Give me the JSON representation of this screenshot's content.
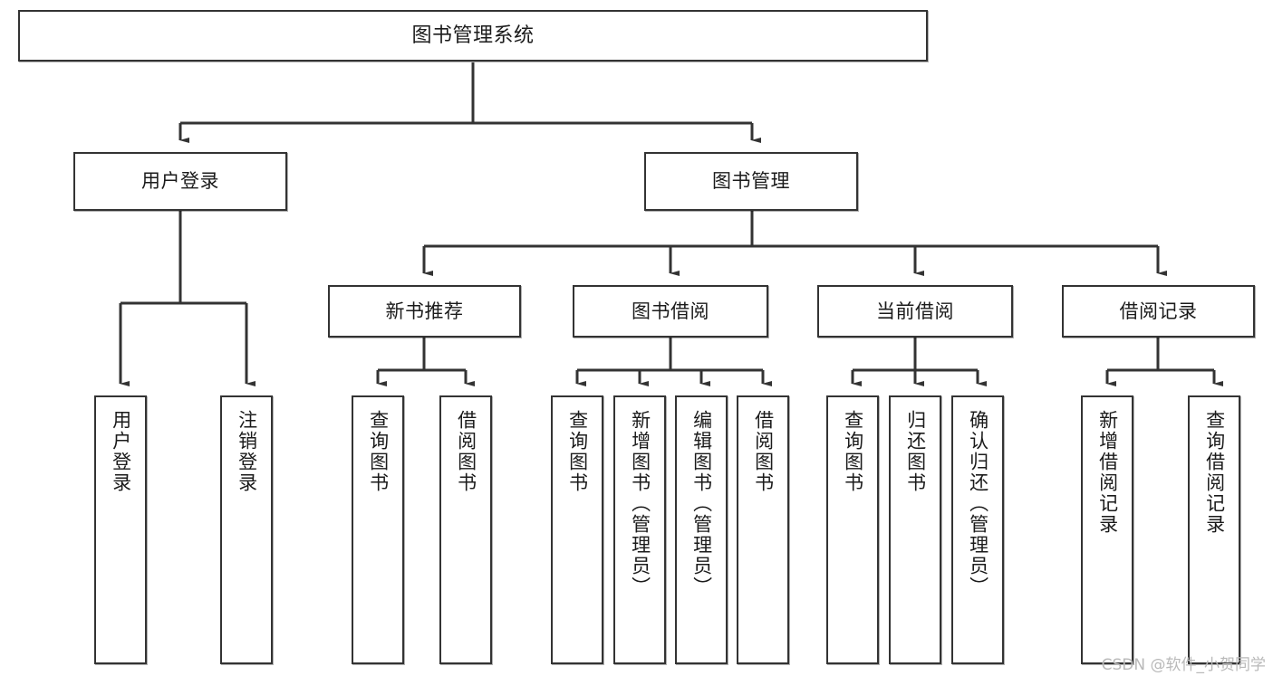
{
  "diagram": {
    "type": "tree",
    "title": "图书管理系统",
    "watermark": "CSDN @软件_小贺同学",
    "colors": {
      "box_border": "#333333",
      "box_fill": "#ffffff",
      "connector": "#333333",
      "text": "#1b1b1b",
      "watermark": "#b9b9b9"
    },
    "levels": {
      "root": "图书管理系统",
      "level2": [
        "用户登录",
        "图书管理"
      ],
      "level3": [
        "新书推荐",
        "图书借阅",
        "当前借阅",
        "借阅记录"
      ]
    },
    "nodes": {
      "root": {
        "label": "图书管理系统"
      },
      "user_login": {
        "label": "用户登录"
      },
      "book_manage": {
        "label": "图书管理"
      },
      "new_book_rec": {
        "label": "新书推荐"
      },
      "book_borrow": {
        "label": "图书借阅"
      },
      "current_borrow": {
        "label": "当前借阅"
      },
      "borrow_record": {
        "label": "借阅记录"
      },
      "leaf_user_login": {
        "label": "用户登录"
      },
      "leaf_user_logout": {
        "label": "注销登录"
      },
      "leaf_nb_query": {
        "label": "查询图书"
      },
      "leaf_nb_borrow": {
        "label": "借阅图书"
      },
      "leaf_bb_query": {
        "label": "查询图书"
      },
      "leaf_bb_add": {
        "label": "新增图书（管理员）"
      },
      "leaf_bb_edit": {
        "label": "编辑图书（管理员）"
      },
      "leaf_bb_borrow": {
        "label": "借阅图书"
      },
      "leaf_cb_query": {
        "label": "查询图书"
      },
      "leaf_cb_return": {
        "label": "归还图书"
      },
      "leaf_cb_confirm": {
        "label": "确认归还（管理员）"
      },
      "leaf_br_add": {
        "label": "新增借阅记录"
      },
      "leaf_br_query": {
        "label": "查询借阅记录"
      }
    },
    "edges": [
      {
        "from": "root",
        "to": "user_login"
      },
      {
        "from": "root",
        "to": "book_manage"
      },
      {
        "from": "user_login",
        "to": "leaf_user_login"
      },
      {
        "from": "user_login",
        "to": "leaf_user_logout"
      },
      {
        "from": "book_manage",
        "to": "new_book_rec"
      },
      {
        "from": "book_manage",
        "to": "book_borrow"
      },
      {
        "from": "book_manage",
        "to": "current_borrow"
      },
      {
        "from": "book_manage",
        "to": "borrow_record"
      },
      {
        "from": "new_book_rec",
        "to": "leaf_nb_query"
      },
      {
        "from": "new_book_rec",
        "to": "leaf_nb_borrow"
      },
      {
        "from": "book_borrow",
        "to": "leaf_bb_query"
      },
      {
        "from": "book_borrow",
        "to": "leaf_bb_add"
      },
      {
        "from": "book_borrow",
        "to": "leaf_bb_edit"
      },
      {
        "from": "book_borrow",
        "to": "leaf_bb_borrow"
      },
      {
        "from": "current_borrow",
        "to": "leaf_cb_query"
      },
      {
        "from": "current_borrow",
        "to": "leaf_cb_return"
      },
      {
        "from": "current_borrow",
        "to": "leaf_cb_confirm"
      },
      {
        "from": "borrow_record",
        "to": "leaf_br_add"
      },
      {
        "from": "borrow_record",
        "to": "leaf_br_query"
      }
    ]
  }
}
